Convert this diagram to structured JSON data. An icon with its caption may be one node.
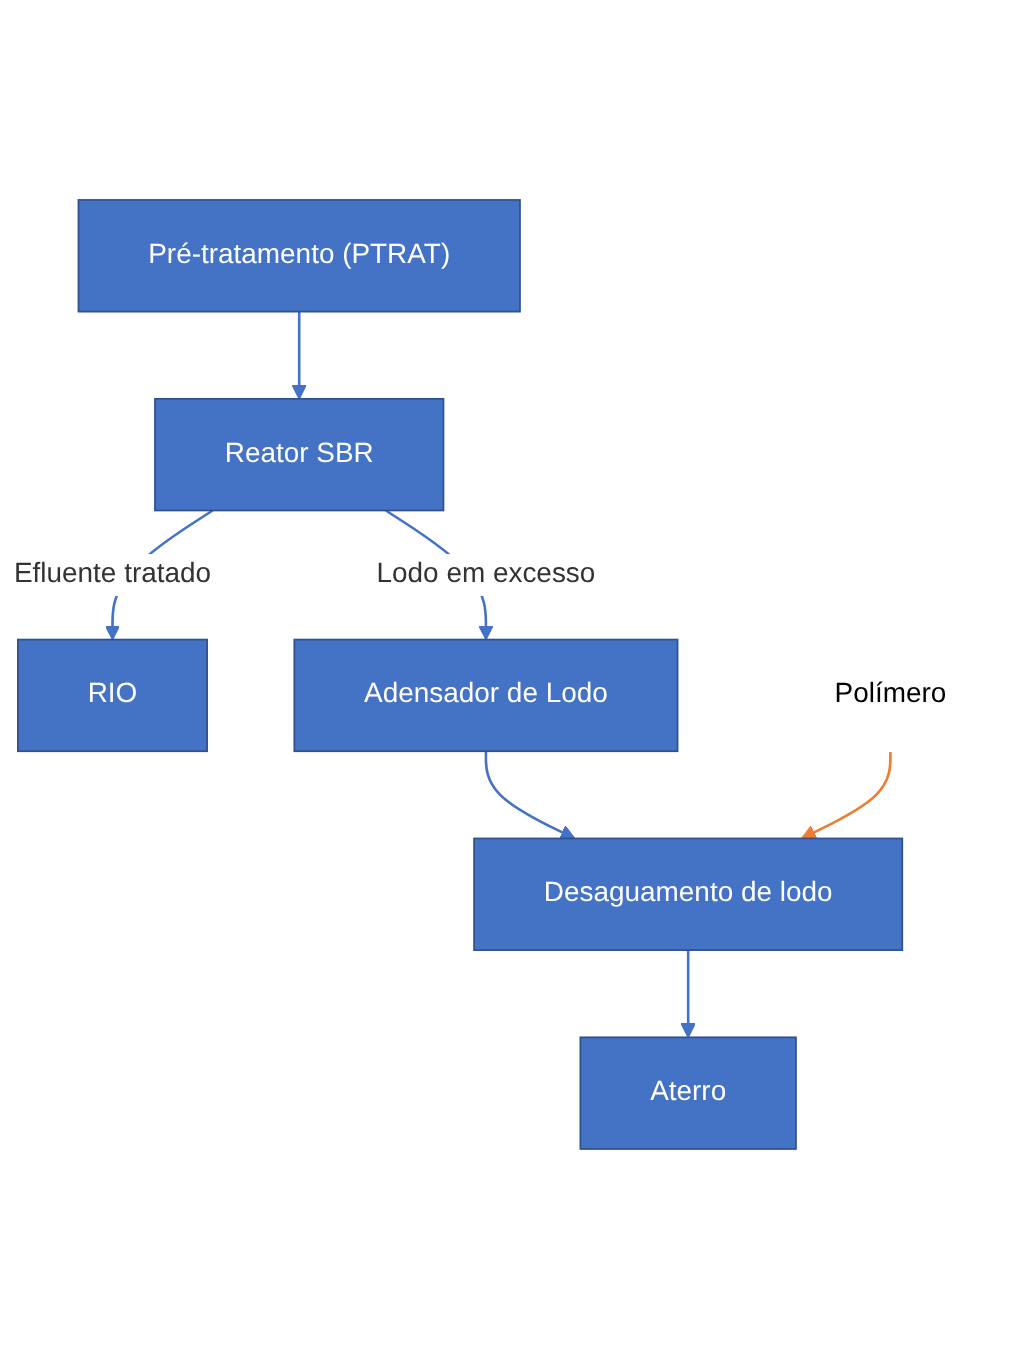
{
  "diagram": {
    "nodes": [
      {
        "text": [
          "Pré-tratamento (PTRAT)"
        ]
      },
      {
        "text": [
          "Reator SBR"
        ]
      },
      {
        "text": [
          "RIO"
        ]
      },
      {
        "text": [
          "Adensador de Lodo"
        ]
      },
      {
        "text": [
          "Desaguamento de lodo"
        ]
      },
      {
        "text": [
          "Aterro"
        ]
      },
      {
        "text": [
          "Polímero"
        ]
      }
    ],
    "edges": [
      {
        "from": 0,
        "to": 1,
        "arrow": "to"
      },
      {
        "from": 1,
        "to": 2,
        "arrow": "to",
        "label": "Efluente tratado"
      },
      {
        "from": 1,
        "to": 3,
        "arrow": "to",
        "label": "Lodo em excesso"
      },
      {
        "from": 3,
        "to": 4,
        "arrow": "to"
      },
      {
        "from": 4,
        "to": 5,
        "arrow": "to"
      },
      {
        "from": 6,
        "to": 4,
        "arrow": "to",
        "color": "#ed7d31"
      }
    ]
  }
}
